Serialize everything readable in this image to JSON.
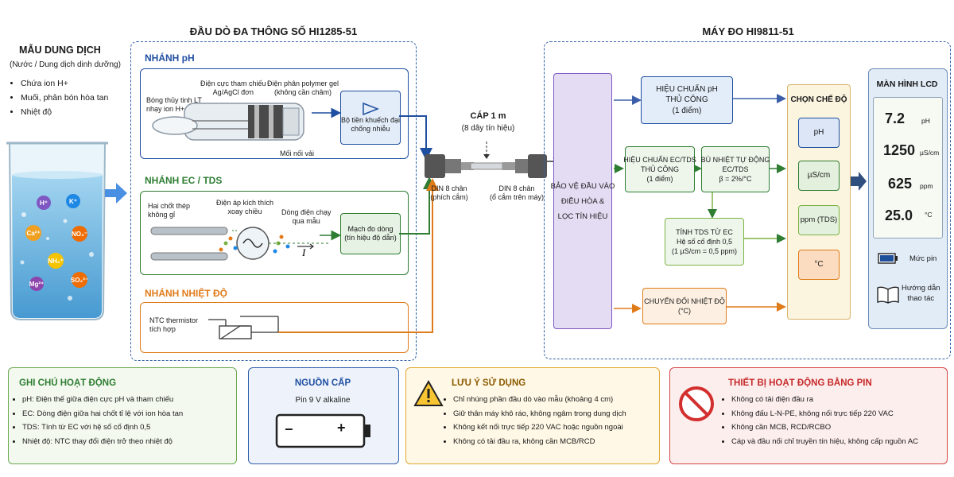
{
  "sample": {
    "title": "MẪU DUNG DỊCH",
    "subtitle": "(Nước / Dung dịch dinh dưỡng)",
    "bullets": [
      "Chứa ion H+",
      "Muối, phân bón hòa tan",
      "Nhiệt độ"
    ],
    "ions": [
      "H⁺",
      "K⁺",
      "Ca²⁺",
      "NO₃⁻",
      "NH₄⁺",
      "Mg²⁺",
      "SO₄²⁻"
    ]
  },
  "probe": {
    "title": "ĐẦU DÒ ĐA THÔNG SỐ HI1285-51",
    "ph": {
      "title": "NHÁNH pH",
      "glass": "Bóng thủy tinh LT\nnhạy ion H+",
      "ref": "Điện cực tham chiếu\nAg/AgCl đơn",
      "gel": "Điện phân polymer gel\n(không cần châm)",
      "junction": "Mối nối vải",
      "amp": "Bộ tiền khuếch đại\nchống nhiễu"
    },
    "ec": {
      "title": "NHÁNH EC / TDS",
      "pins": "Hai chốt thép\nkhông gỉ",
      "excite": "Điện áp kích thích\nxoay chiều",
      "current": "Dòng điện chạy\nqua mẫu",
      "current_symbol": "I",
      "circuit": "Mạch đo dòng\n(tín hiệu độ dẫn)"
    },
    "temp": {
      "title": "NHÁNH NHIỆT ĐỘ",
      "ntc": "NTC thermistor\ntích hợp"
    }
  },
  "cable": {
    "title": "CÁP 1 m",
    "subtitle": "(8 dây tín hiệu)",
    "plug_left": "DIN 8 chân\n(phích cắm)",
    "plug_right": "DIN 8 chân\n(ổ cắm trên máy)"
  },
  "meter": {
    "title": "MÁY ĐO HI9811-51",
    "input": "BẢO VỆ ĐẦU VÀO\nĐIỀU HÒA &\nLỌC TÍN HIỆU",
    "ph_cal": "HIỆU CHUẨN pH\nTHỦ CÔNG\n(1 điểm)",
    "ec_cal": "HIỆU CHUẨN EC/TDS\nTHỦ CÔNG\n(1 điểm)",
    "comp": "BÙ NHIỆT TỰ ĐỘNG\nEC/TDS\nβ = 2%/°C",
    "tds": "TÍNH TDS TỪ EC\nHệ số cố định 0,5\n(1 µS/cm = 0,5 ppm)",
    "temp_conv": "CHUYỂN ĐỔI NHIỆT ĐỘ\n(°C)",
    "mode": {
      "title": "CHỌN CHẾ ĐỘ",
      "options": [
        "pH",
        "µS/cm",
        "ppm (TDS)",
        "°C"
      ]
    },
    "lcd": {
      "title": "MÀN HÌNH LCD",
      "readings": [
        {
          "value": "7.2",
          "unit": "pH"
        },
        {
          "value": "1250",
          "unit": "µS/cm"
        },
        {
          "value": "625",
          "unit": "ppm"
        },
        {
          "value": "25.0",
          "unit": "°C"
        }
      ],
      "battery": "Mức pin",
      "manual": "Hướng dẫn\nthao tác"
    }
  },
  "notes": {
    "title": "GHI CHÚ HOẠT ĐỘNG",
    "items": [
      "pH: Điện thế giữa điện cực pH và tham chiếu",
      "EC: Dòng điện giữa hai chốt tỉ lệ với ion hòa tan",
      "TDS: Tính từ EC với hệ số cố định 0,5",
      "Nhiệt độ: NTC thay đổi điện trở theo nhiệt độ"
    ]
  },
  "power": {
    "title": "NGUỒN CẤP",
    "battery": "Pin 9 V alkaline",
    "minus": "−",
    "plus": "+"
  },
  "caution": {
    "title": "LƯU Ý SỬ DỤNG",
    "items": [
      "Chỉ nhúng phần đầu dò vào mẫu (khoảng 4 cm)",
      "Giữ thân máy khô ráo, không ngâm trong dung dịch",
      "Không kết nối trực tiếp 220 VAC hoặc nguồn ngoài",
      "Không có tải đầu ra, không cần MCB/RCD"
    ]
  },
  "battery_op": {
    "title": "THIẾT BỊ HOẠT ĐỘNG BẰNG PIN",
    "items": [
      "Không có tải điện đầu ra",
      "Không đấu L-N-PE, không nối trực tiếp 220 VAC",
      "Không cần MCB, RCD/RCBO",
      "Cáp và đầu nối chỉ truyền tín hiệu, không cấp nguồn AC"
    ]
  },
  "colors": {
    "ph_blue": "#1f4fa0",
    "ec_green": "#2e7d32",
    "temp_orange": "#e07b1a",
    "dash_blue": "#2f5fa8",
    "input_purple": "#7e57c2"
  }
}
